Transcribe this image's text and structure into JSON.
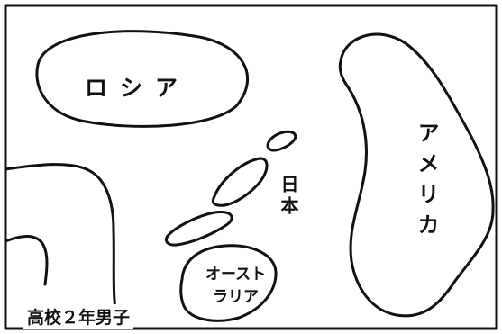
{
  "labels": {
    "russia": "ロシア",
    "america": "アメリカ",
    "japan": "日本",
    "australia_line1": "オースト",
    "australia_line2": "ラリア"
  },
  "caption": "高校２年男子",
  "colors": {
    "ink": "#111111",
    "paper": "#ffffff"
  }
}
